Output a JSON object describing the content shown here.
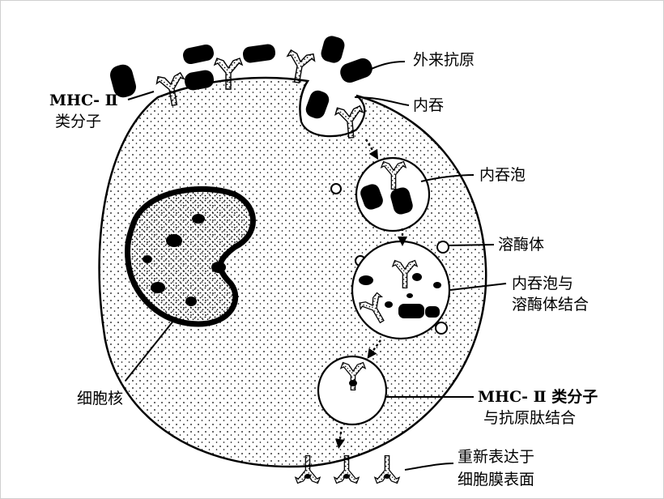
{
  "labels": {
    "foreign_antigen": "外来抗原",
    "mhc_ii_line1": "MHC- Ⅱ",
    "mhc_ii_line2": "类分子",
    "endocytosis": "内吞",
    "endosome": "内吞泡",
    "lysosome": "溶酶体",
    "fusion_line1": "内吞泡与",
    "fusion_line2": "溶酶体结合",
    "binding_line1": "MHC- Ⅱ 类分子",
    "binding_line2": "与抗原肽结合",
    "reexpress_line1": "重新表达于",
    "reexpress_line2": "细胞膜表面",
    "nucleus": "细胞核"
  },
  "colors": {
    "ink": "#000000",
    "background": "#ffffff"
  }
}
